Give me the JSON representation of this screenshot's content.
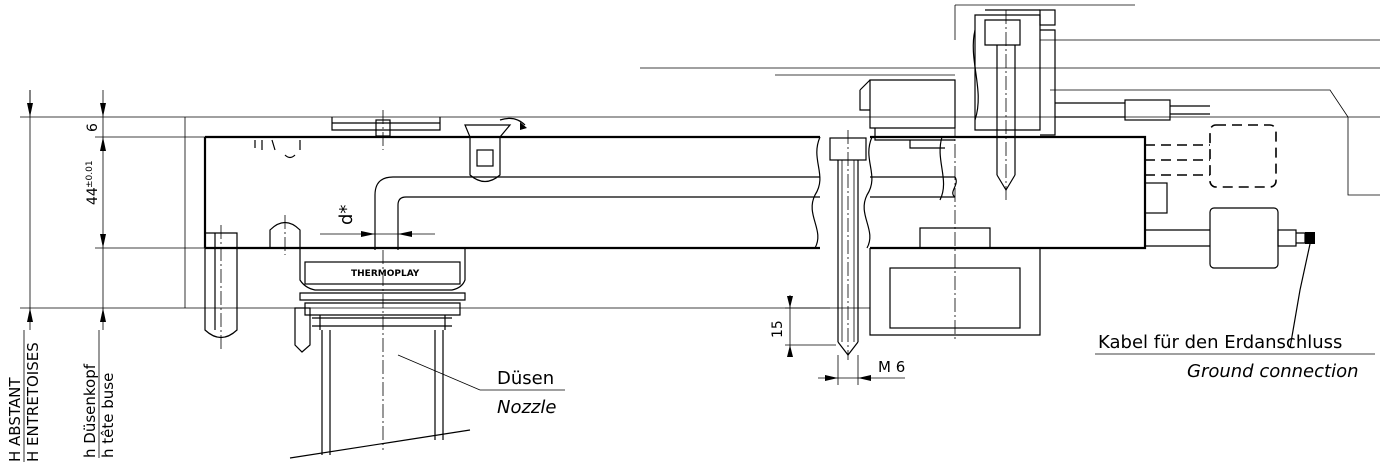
{
  "labels": {
    "h_abstant": "H ABSTANT",
    "h_entretoises": "H ENTRETOISES",
    "h_duesenkopf": "h Düsenkopf",
    "h_tete_buse": "h tête buse",
    "dim_6": "6",
    "dim_44": "44",
    "dim_44_tol": "±0.01",
    "dim_d": "d*",
    "thermoplay": "THERMOPLAY",
    "dim_15": "15",
    "dim_m6": "M 6",
    "duesen": "Düsen",
    "nozzle": "Nozzle",
    "kabel": "Kabel für den Erdanschluss",
    "ground": "Ground connection"
  }
}
